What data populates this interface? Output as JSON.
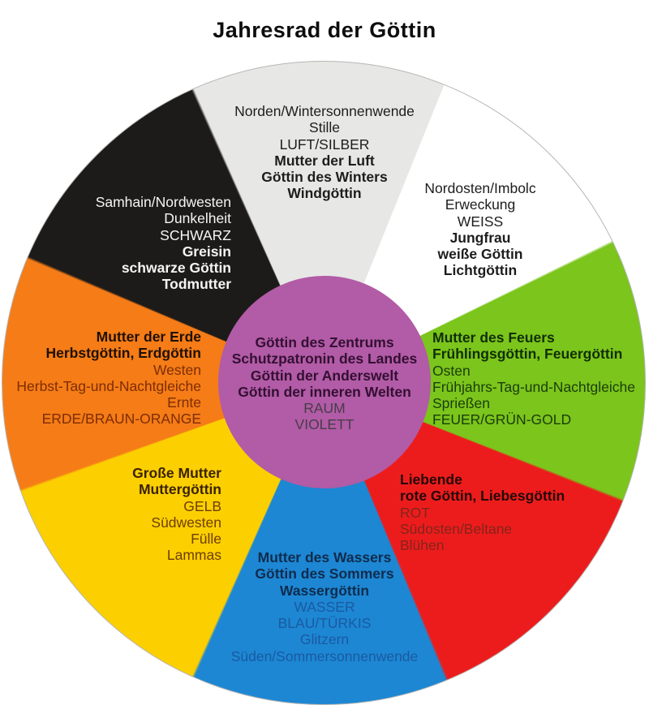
{
  "title": "Jahresrad der Göttin",
  "wheel": {
    "center": {
      "color": "#b25ba6",
      "lines": [
        "Göttin des Zentrums",
        "Schutzpatronin des Landes",
        "Göttin der Anderswelt",
        "Göttin der inneren Welten",
        "RAUM",
        "VIOLETT"
      ]
    },
    "segments": [
      {
        "id": "norden",
        "color": "#e7e7e5",
        "lines": [
          "Norden/Wintersonnenwende",
          "Stille",
          "LUFT/SILBER",
          "Mutter der Luft",
          "Göttin des Winters",
          "Windgöttin"
        ]
      },
      {
        "id": "nordosten",
        "color": "#ffffff",
        "lines": [
          "Nordosten/Imbolc",
          "Erweckung",
          "WEISS",
          "Jungfrau",
          "weiße Göttin",
          "Lichtgöttin"
        ]
      },
      {
        "id": "osten",
        "color": "#7bc51c",
        "lines": [
          "Mutter des Feuers",
          "Frühlingsgöttin, Feuergöttin",
          "Osten",
          "Frühjahrs-Tag-und-Nachtgleiche",
          "Sprießen",
          "FEUER/GRÜN-GOLD"
        ]
      },
      {
        "id": "suedosten",
        "color": "#ed1c1c",
        "lines": [
          "Liebende",
          "rote Göttin, Liebesgöttin",
          "ROT",
          "Südosten/Beltane",
          "Blühen"
        ]
      },
      {
        "id": "sueden",
        "color": "#1d87d3",
        "lines": [
          "Mutter des Wassers",
          "Göttin des Sommers",
          "Wassergöttin",
          "WASSER",
          "BLAU/TÜRKIS",
          "Glitzern",
          "Süden/Sommersonnenwende"
        ]
      },
      {
        "id": "suedwesten",
        "color": "#fccf00",
        "lines": [
          "Große Mutter",
          "Muttergöttin",
          "GELB",
          "Südwesten",
          "Fülle",
          "Lammas"
        ]
      },
      {
        "id": "westen",
        "color": "#f57c17",
        "lines": [
          "Mutter der Erde",
          "Herbstgöttin, Erdgöttin",
          "Westen",
          "Herbst-Tag-und-Nachtgleiche",
          "Ernte",
          "ERDE/BRAUN-ORANGE"
        ]
      },
      {
        "id": "nordwesten",
        "color": "#1d1b19",
        "lines": [
          "Samhain/Nordwesten",
          "Dunkelheit",
          "SCHWARZ",
          "Greisin",
          "schwarze Göttin",
          "Todmutter"
        ]
      }
    ]
  }
}
